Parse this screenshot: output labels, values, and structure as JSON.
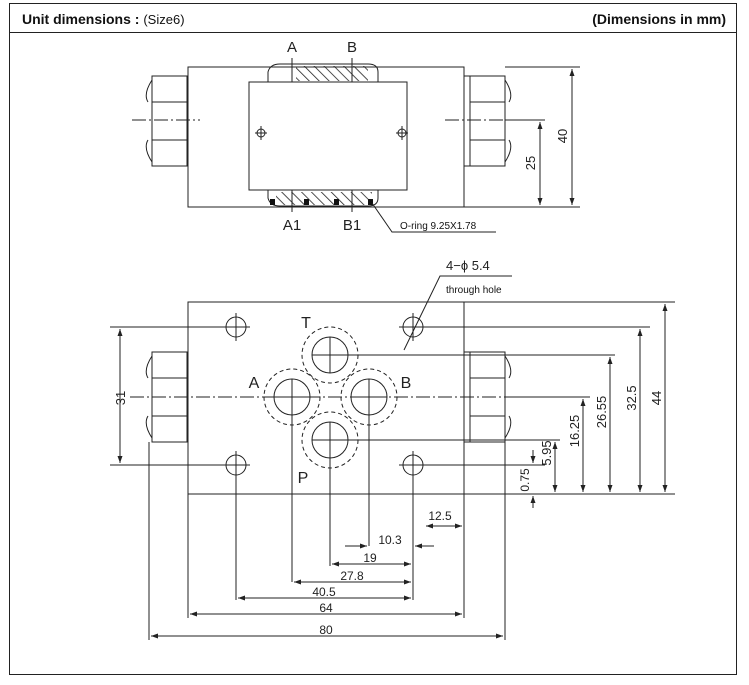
{
  "header": {
    "title_bold": "Unit dimensions :",
    "title_sub": "(Size6)",
    "right": "(Dimensions in mm)"
  },
  "top_view": {
    "port_labels": [
      "A",
      "B",
      "A1",
      "B1"
    ],
    "dims": [
      "40",
      "25"
    ],
    "oring_label": "O-ring  9.25X1.78"
  },
  "bottom_view": {
    "hole_note": "4−ϕ 5.4",
    "hole_sub": "through hole",
    "port_labels": [
      "T",
      "A",
      "B",
      "P"
    ],
    "dims_left": [
      "31"
    ],
    "dims_right": [
      "44",
      "32.5",
      "26.55",
      "16.25",
      "5.95",
      "0.75"
    ],
    "dims_bottom": [
      "12.5",
      "10.3",
      "19",
      "27.8",
      "40.5",
      "64",
      "80"
    ]
  }
}
